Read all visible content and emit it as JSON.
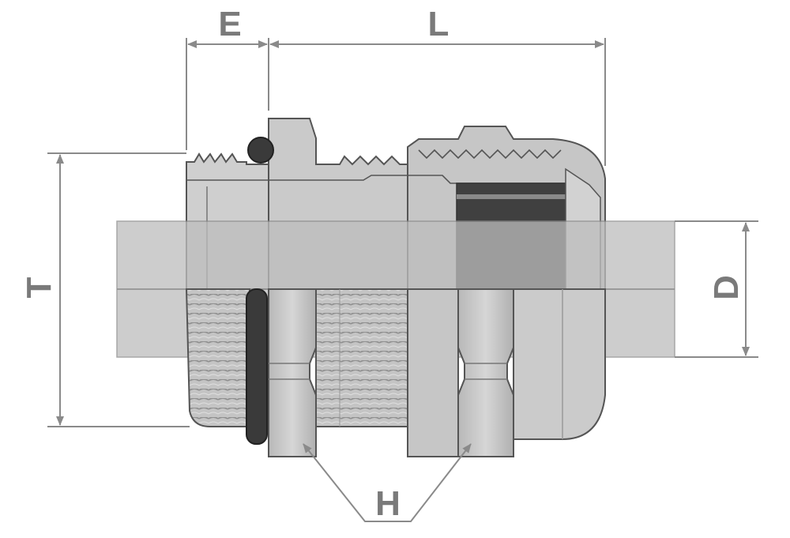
{
  "diagram": {
    "labels": {
      "E": "E",
      "L": "L",
      "T": "T",
      "D": "D",
      "H": "H"
    },
    "colors": {
      "body": "#c8c8c8",
      "body_light": "#d8d8d8",
      "body_dark": "#9a9a9a",
      "outline": "#555555",
      "seal_dark": "#3c3c3c",
      "oring": "#333333",
      "cable": "#bdbdbd",
      "dimension_line": "#8a8a8a",
      "label": "#7a7a7a"
    }
  }
}
